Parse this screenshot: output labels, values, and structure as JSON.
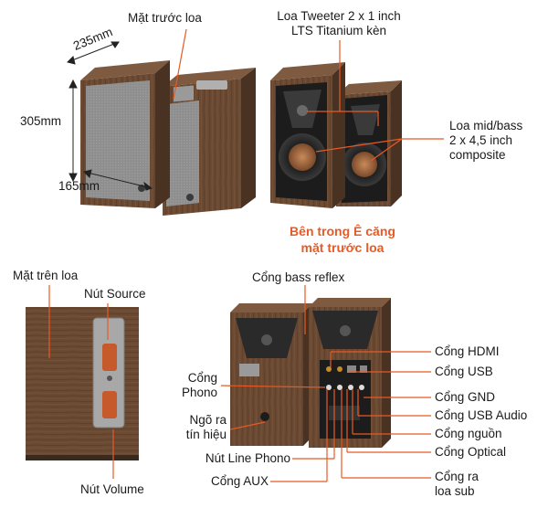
{
  "colors": {
    "wood": "#6b4a33",
    "wood_dark": "#4a3223",
    "grille": "#8c8c8c",
    "driver": "#2a2a2a",
    "callout_line": "#e85a24",
    "highlight_text": "#e85a24"
  },
  "labels": {
    "front_face": "Mặt trước loa",
    "dim_depth": "235mm",
    "dim_height": "305mm",
    "dim_width": "165mm",
    "tweeter_line1": "Loa Tweeter 2 x 1 inch",
    "tweeter_line2": "LTS Titanium kèn",
    "midbass_line1": "Loa mid/bass",
    "midbass_line2": "2 x 4,5 inch",
    "midbass_line3": "composite",
    "inside_line1": "Bên trong Ê căng",
    "inside_line2": "mặt trước loa",
    "top_face": "Mặt trên loa",
    "source_button": "Nút Source",
    "volume_button": "Nút Volume",
    "bass_reflex": "Cổng bass reflex",
    "phono_line1": "Cổng",
    "phono_line2": "Phono",
    "signal_out_line1": "Ngõ ra",
    "signal_out_line2": "tín hiệu",
    "line_phono": "Nút Line Phono",
    "aux_port": "Cổng AUX",
    "hdmi_port": "Cổng HDMI",
    "usb_port": "Cổng USB",
    "gnd_port": "Cổng GND",
    "usb_audio_port": "Cổng USB Audio",
    "power_port": "Cổng nguồn",
    "optical_port": "Cổng Optical",
    "sub_out_line1": "Cổng ra",
    "sub_out_line2": "loa sub"
  }
}
